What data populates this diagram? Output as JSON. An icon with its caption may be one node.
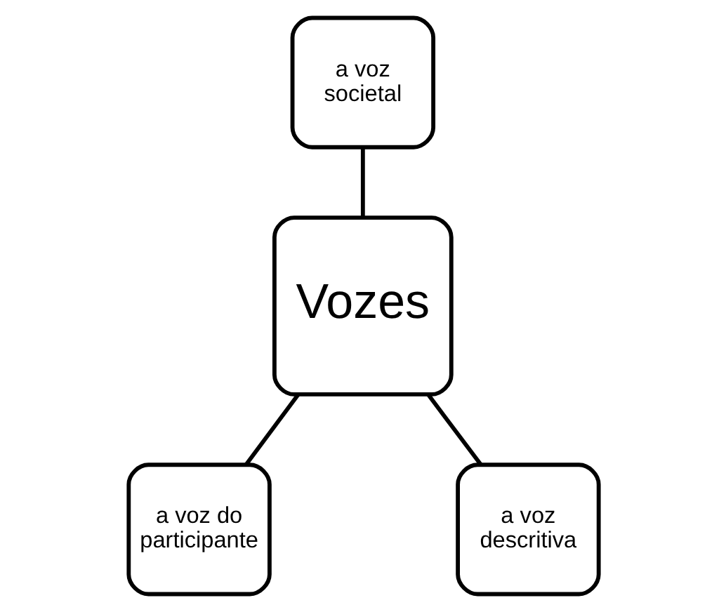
{
  "diagram": {
    "nodes": [
      {
        "text": [
          "a voz societal"
        ]
      },
      {
        "text": [
          "Vozes"
        ]
      },
      {
        "text": [
          "a voz do participante"
        ]
      },
      {
        "text": [
          "a voz descritiva"
        ]
      }
    ],
    "edges": [
      {
        "from": 0,
        "to": 1,
        "arrow": "none"
      },
      {
        "from": 1,
        "to": 2,
        "arrow": "none"
      },
      {
        "from": 1,
        "to": 3,
        "arrow": "none"
      }
    ]
  }
}
